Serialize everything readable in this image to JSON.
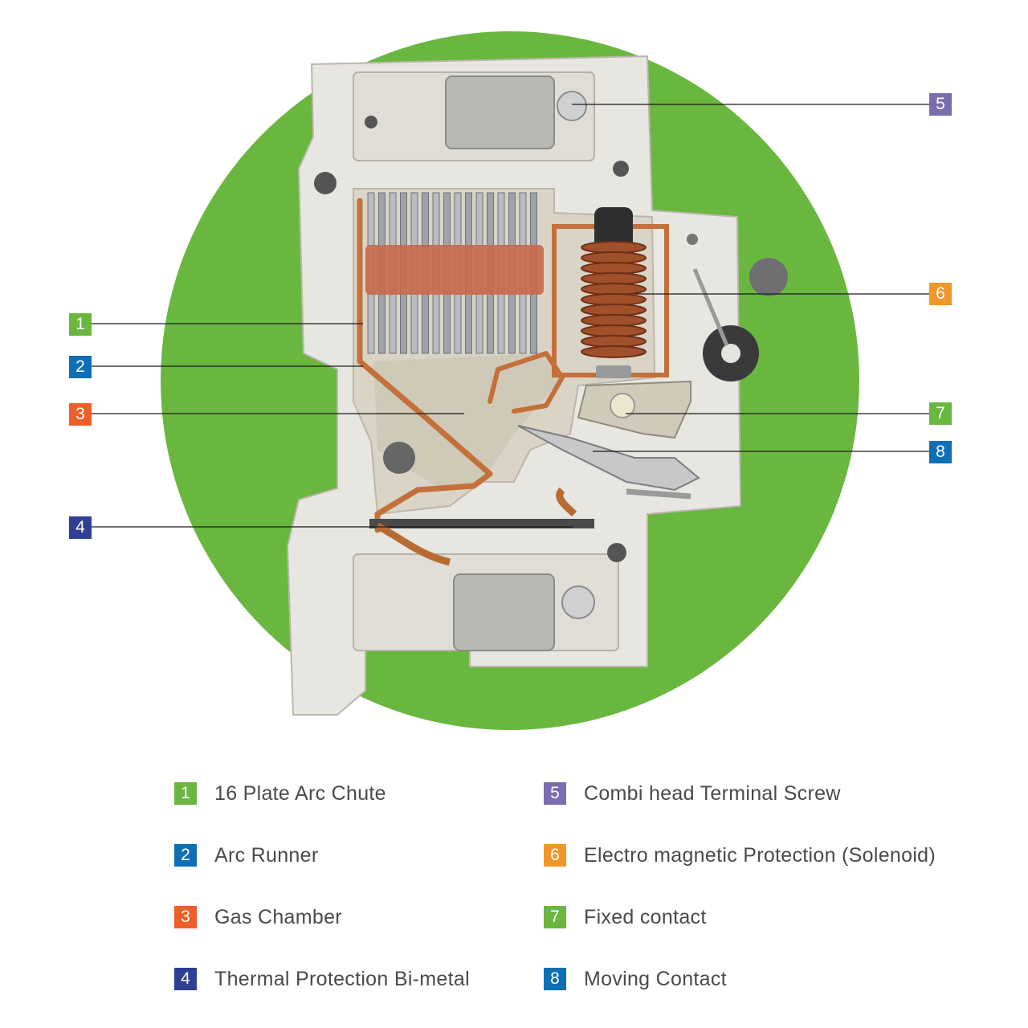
{
  "colors": {
    "green_circle": "#6ab73f",
    "badge_1": "#6ab73f",
    "badge_2": "#0f6fb4",
    "badge_3": "#ec5f2a",
    "badge_4": "#2f3f93",
    "badge_5": "#7b6cb0",
    "badge_6": "#f0962a",
    "badge_7": "#6ab73f",
    "badge_8": "#0f6fb4",
    "copper": "#c4703a",
    "housing": "#e7e5e0"
  },
  "callouts": [
    {
      "number": "1",
      "label": "16 Plate Arc Chute"
    },
    {
      "number": "2",
      "label": "Arc Runner"
    },
    {
      "number": "3",
      "label": "Gas Chamber"
    },
    {
      "number": "4",
      "label": "Thermal Protection Bi-metal"
    },
    {
      "number": "5",
      "label": "Combi head Terminal Screw"
    },
    {
      "number": "6",
      "label": "Electro magnetic Protection (Solenoid)"
    },
    {
      "number": "7",
      "label": "Fixed contact"
    },
    {
      "number": "8",
      "label": "Moving Contact"
    }
  ]
}
